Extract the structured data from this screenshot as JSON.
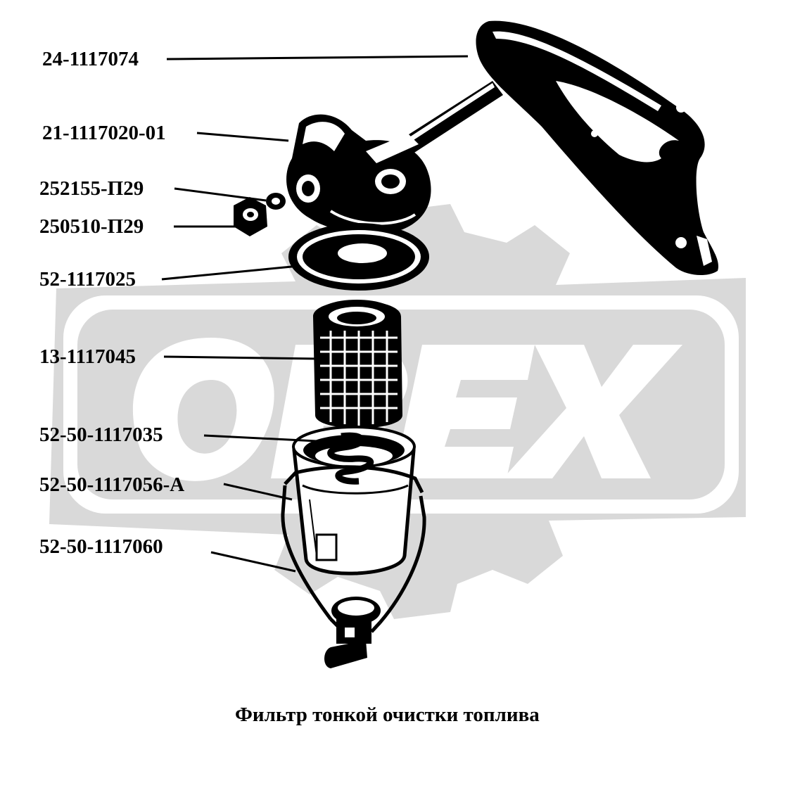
{
  "watermark": {
    "text": "ORIEX",
    "color": "#d9d9d9"
  },
  "labels": [
    {
      "id": "a",
      "text": "24-1117074"
    },
    {
      "id": "b",
      "text": "21-1117020-01"
    },
    {
      "id": "c",
      "text": "252155-П29"
    },
    {
      "id": "d",
      "text": "250510-П29"
    },
    {
      "id": "e",
      "text": "52-1117025"
    },
    {
      "id": "f",
      "text": "13-1117045"
    },
    {
      "id": "g",
      "text": "52-50-1117035"
    },
    {
      "id": "h",
      "text": "52-50-1117056-А"
    },
    {
      "id": "i",
      "text": "52-50-1117060"
    }
  ],
  "caption": "Фильтр тонкой очистки топлива",
  "colors": {
    "ink": "#000000",
    "watermark": "#d9d9d9",
    "background": "#ffffff"
  }
}
